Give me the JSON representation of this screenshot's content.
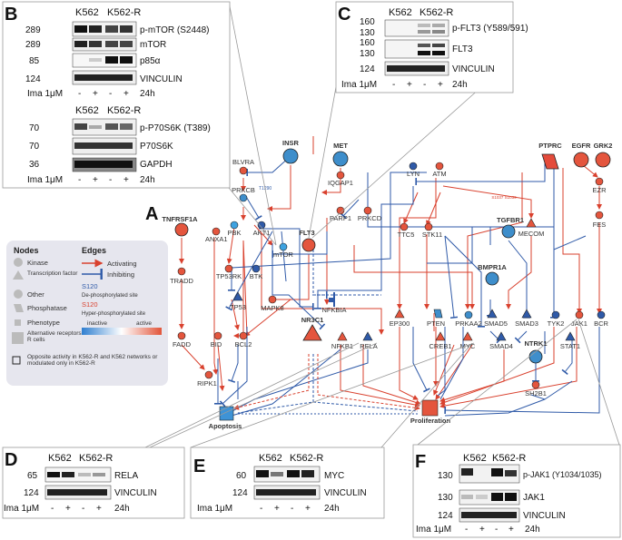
{
  "panels": {
    "A": "A",
    "B": "B",
    "C": "C",
    "D": "D",
    "E": "E",
    "F": "F"
  },
  "blot": {
    "k562": "K562",
    "k562r": "K562-R",
    "ima": "Ima 1μM",
    "minus": "-",
    "plus": "+",
    "time": "24h"
  },
  "panel_b_top": {
    "rows": [
      {
        "mw": "289",
        "label": "p-mTOR (S2448)"
      },
      {
        "mw": "289",
        "label": "mTOR"
      },
      {
        "mw": "85",
        "label": "p85α"
      },
      {
        "mw": "124",
        "label": "VINCULIN"
      }
    ]
  },
  "panel_b_bottom": {
    "rows": [
      {
        "mw": "70",
        "label": "p-P70S6K (T389)"
      },
      {
        "mw": "70",
        "label": "P70S6K"
      },
      {
        "mw": "36",
        "label": "GAPDH"
      }
    ]
  },
  "panel_c": {
    "rows": [
      {
        "mw": "160",
        "mw2": "130",
        "label": "p-FLT3 (Y589/591)"
      },
      {
        "mw": "160",
        "mw2": "130",
        "label": "FLT3"
      },
      {
        "mw": "124",
        "mw2": "",
        "label": "VINCULIN"
      }
    ]
  },
  "panel_d": {
    "rows": [
      {
        "mw": "65",
        "label": "RELA"
      },
      {
        "mw": "124",
        "label": "VINCULIN"
      }
    ]
  },
  "panel_e": {
    "rows": [
      {
        "mw": "60",
        "label": "MYC"
      },
      {
        "mw": "124",
        "label": "VINCULIN"
      }
    ]
  },
  "panel_f": {
    "rows": [
      {
        "mw": "130",
        "label": "p-JAK1 (Y1034/1035)"
      },
      {
        "mw": "130",
        "label": "JAK1"
      },
      {
        "mw": "124",
        "label": "VINCULIN"
      }
    ]
  },
  "legend": {
    "nodes_title": "Nodes",
    "edges_title": "Edges",
    "kinase": "Kinase",
    "tf": "Transcription factor",
    "other": "Other",
    "phosphatase": "Phosphatase",
    "phenotype": "Phenotype",
    "alt": "Alternative receptors in K562-R cells",
    "opposite": "Opposite activity in K562-R and K562 networks or modulated only in K562-R",
    "activating": "Activating",
    "inhibiting": "Inhibiting",
    "dephospho_site": "S120",
    "dephospho": "De-phosphorylated site",
    "hyperphospho_site": "S120",
    "hyperphospho": "Hyper-phosphorylated site",
    "inactive": "inactive",
    "active": "active"
  },
  "nodes": {
    "INSR": "INSR",
    "MET": "MET",
    "PTPRC": "PTPRC",
    "EGFR": "EGFR",
    "GRK2": "GRK2",
    "BLVRA": "BLVRA",
    "T1290": "T1290",
    "PRKCB": "PRKCB",
    "PBK": "PBK",
    "AKT1": "AKT1",
    "mTOR": "mTOR",
    "IQGAP1": "IQGAP1",
    "LYN": "LYN",
    "ATM": "ATM",
    "S1037": "S1037 S1039",
    "EZR": "EZR",
    "TNFRSF1A": "TNFRSF1A",
    "ANXA1": "ANXA1",
    "FLT3": "FLT3",
    "PARP1": "PARP1",
    "PRKCD": "PRKCD",
    "TTC5": "TTC5",
    "STK11": "STK11",
    "MECOM": "MECOM",
    "FES": "FES",
    "TGFBR1": "TGFBR1",
    "TRADD": "TRADD",
    "TP53RK": "TP53RK",
    "BTK": "BTK",
    "TP53": "TP53",
    "MAPK8": "MAPK8",
    "NFKBIA": "NFKBIA",
    "EP300": "EP300",
    "PTEN": "PTEN",
    "PRKAA2": "PRKAA2",
    "BMPR1A": "BMPR1A",
    "SMAD5": "SMAD5",
    "SMAD3": "SMAD3",
    "TYK2": "TYK2",
    "JAK1": "JAK1",
    "BCR": "BCR",
    "FADD": "FADD",
    "BID": "BID",
    "BCL2": "BCL2",
    "NR3C1": "NR3C1",
    "NFKB1": "NFKB1",
    "RELA": "RELA",
    "CREB1": "CREB1",
    "MYC": "MYC",
    "SMAD4": "SMAD4",
    "STAT1": "STAT1",
    "NTRK1": "NTRK1",
    "SH2B1": "SH2B1",
    "RIPK1": "RIPK1",
    "Apoptosis": "Apoptosis",
    "Proliferation": "Proliferation"
  },
  "colors": {
    "red": "#d9412e",
    "blue": "#2f5aa8",
    "cyan": "#3b9bd6",
    "dark": "#1a1a1a"
  }
}
